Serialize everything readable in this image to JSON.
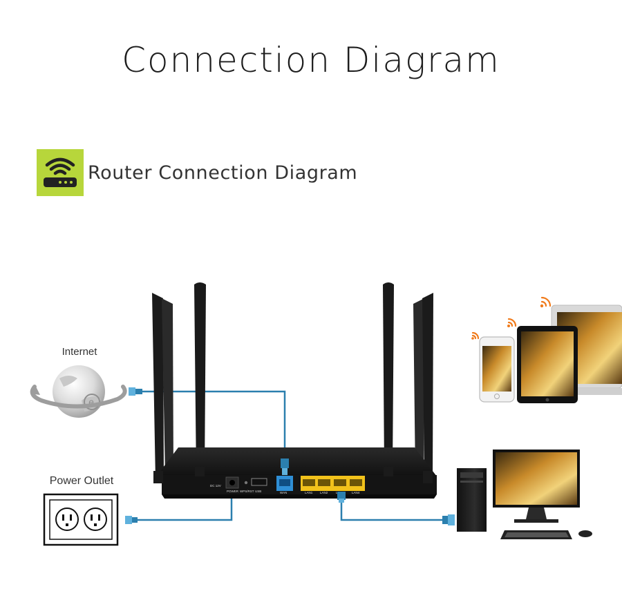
{
  "header": {
    "title": "Connection Diagram"
  },
  "section": {
    "title": "Router Connection Diagram",
    "icon": "wifi-router-icon",
    "icon_bg": "#b7d63b"
  },
  "diagram": {
    "internet_label": "Internet",
    "power_label": "Power Outlet",
    "ports": {
      "dc": "DC 12V",
      "power": "POWER",
      "wps_rst": "WPS/RST",
      "usb": "USB",
      "wan": "WAN",
      "lan1": "LAN1",
      "lan2": "LAN2",
      "lan3": "LAN3",
      "lan4": "LAN4"
    },
    "colors": {
      "cable": "#2b7fae",
      "wan_port": "#2f8fd6",
      "lan_port": "#f2c21b",
      "wifi_signal": "#f07a1a",
      "router_body": "#1c1c1c"
    }
  }
}
